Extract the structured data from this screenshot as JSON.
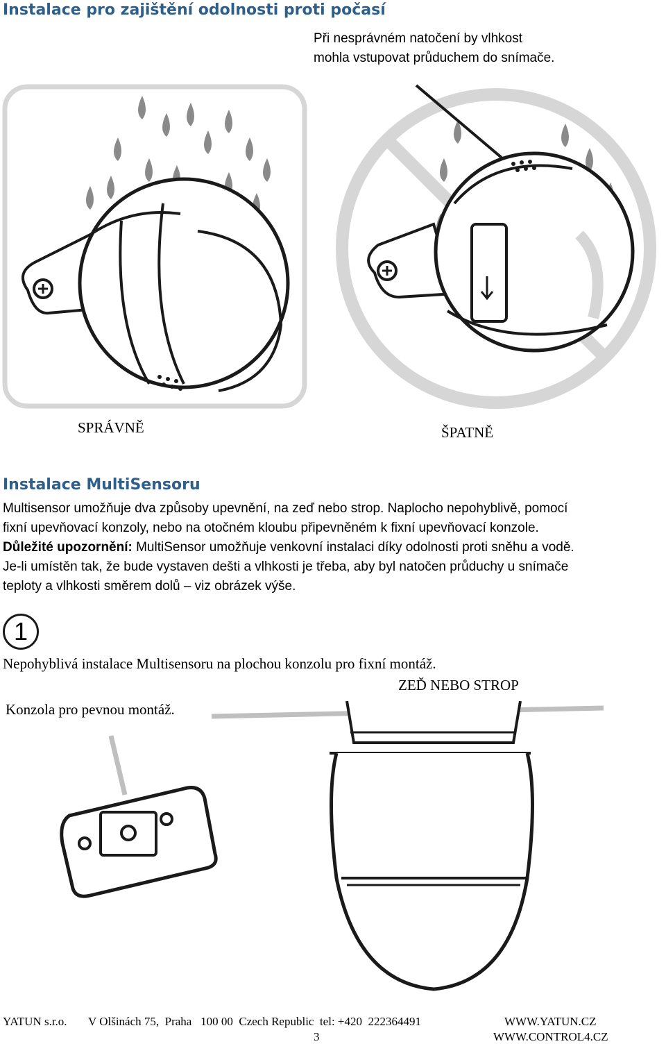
{
  "section1": {
    "title": "Instalace pro zajištění odolnosti proti počasí",
    "note_line1": "Při nesprávném natočení by vlhkost",
    "note_line2": "mohla vstupovat průduchem do snímače.",
    "label_correct": "SPRÁVNĚ",
    "label_wrong": "ŠPATNĚ"
  },
  "section2": {
    "title": "Instalace MultiSensoru",
    "p_line1": "Multisensor umožňuje dva způsoby upevnění, na zeď nebo strop. Naplocho nepohyblivě, pomocí",
    "p_line2": "fixní upevňovací konzoly, nebo na otočném kloubu připevněném k fixní upevňovací konzole.",
    "important_label": "Důležité upozornění:",
    "p_line3_rest": " MultiSensor umožňuje venkovní instalaci díky odolnosti proti sněhu a vodě.",
    "p_line4": "Je-li umístěn tak, že bude vystaven dešti a vlhkosti je třeba, aby byl natočen průduchy u snímače",
    "p_line5": "teploty a vlhkosti směrem dolů – viz obrázek výše."
  },
  "step1": {
    "number": "1",
    "description": "Nepohyblivá instalace Multisensoru na plochou konzolu pro fixní montáž.",
    "label_wall": "ZEĎ NEBO STROP",
    "label_bracket": "Konzola pro pevnou montáž."
  },
  "footer": {
    "company": "YATUN s.r.o.",
    "address": "V Olšinách 75,  Praha   100 00  Czech Republic  tel: +420  222364491",
    "website1": "WWW.YATUN.CZ",
    "page_number": "3",
    "website2": "WWW.CONTROL4.CZ"
  },
  "colors": {
    "heading": "#2e5f8a",
    "frame_gray": "#d6d6d6",
    "rain_gray": "#8a8a8a",
    "line": "#1a1a1a"
  }
}
